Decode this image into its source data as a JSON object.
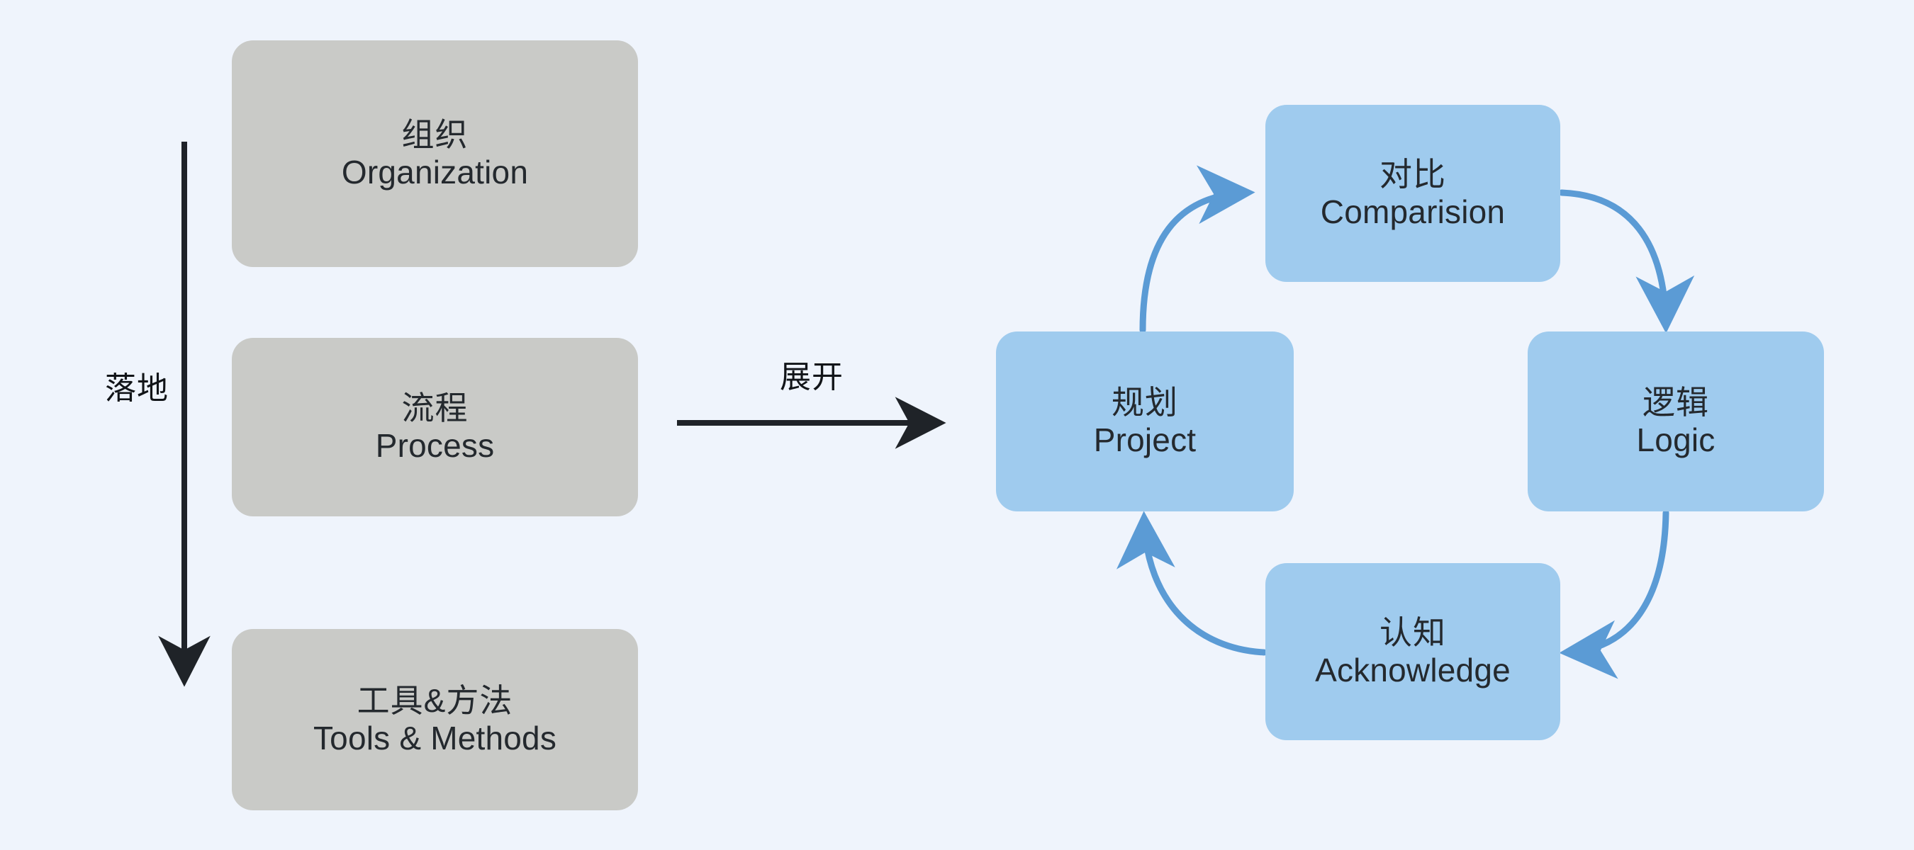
{
  "diagram": {
    "background_color": "#eff4fc",
    "gray_node_color": "#c9cac7",
    "blue_node_color": "#9fcbee",
    "blue_arrow_color": "#5b9bd5",
    "black_arrow_color": "#1f2328",
    "left_column": {
      "axis_label": "落地",
      "nodes": [
        {
          "cn": "组织",
          "en": "Organization"
        },
        {
          "cn": "流程",
          "en": "Process"
        },
        {
          "cn": "工具&方法",
          "en": "Tools & Methods"
        }
      ]
    },
    "bridge": {
      "label": "展开"
    },
    "cycle": {
      "nodes": [
        {
          "cn": "规划",
          "en": "Project"
        },
        {
          "cn": "对比",
          "en": "Comparision"
        },
        {
          "cn": "逻辑",
          "en": "Logic"
        },
        {
          "cn": "认知",
          "en": "Acknowledge"
        }
      ],
      "edges": [
        {
          "from": "规划 Project",
          "to": "对比 Comparision"
        },
        {
          "from": "对比 Comparision",
          "to": "逻辑 Logic"
        },
        {
          "from": "逻辑 Logic",
          "to": "认知 Acknowledge"
        },
        {
          "from": "认知 Acknowledge",
          "to": "规划 Project"
        }
      ]
    }
  }
}
